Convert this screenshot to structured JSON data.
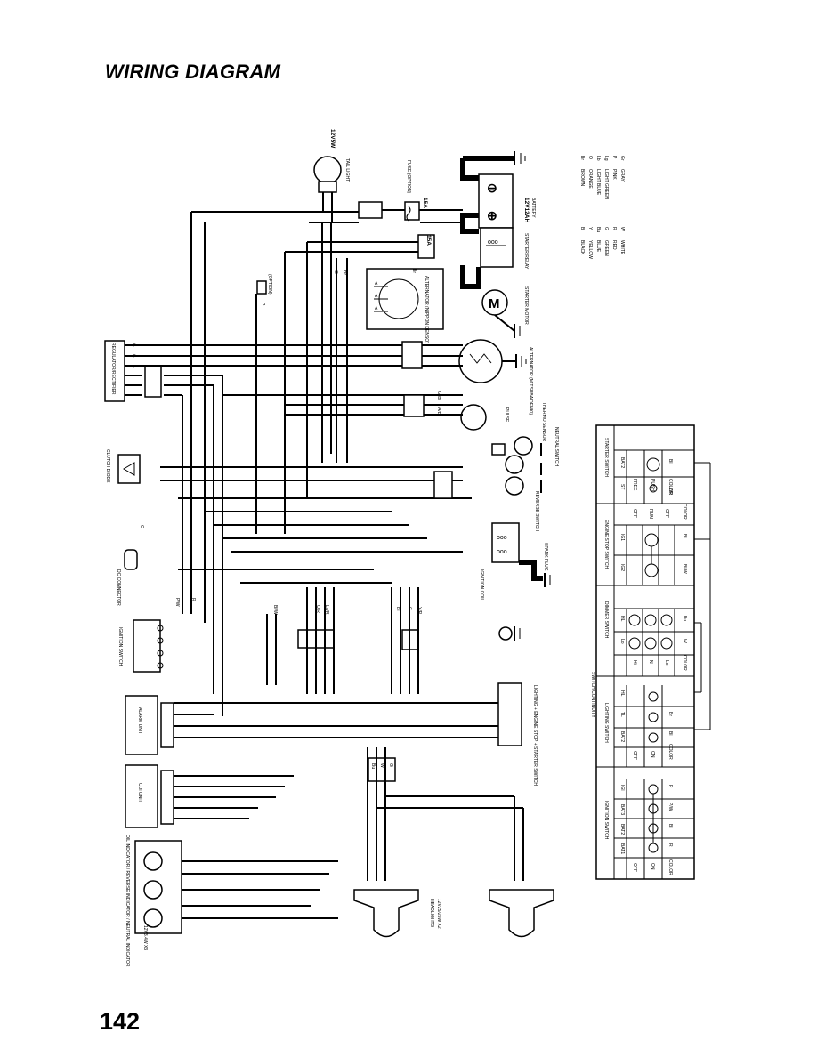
{
  "page": {
    "title": "WIRING DIAGRAM",
    "page_number": "142"
  },
  "components": {
    "tail_light": "TAIL LIGHT",
    "tail_light_rating": "12V5W",
    "fuse": "FUSE (OPTION)",
    "fuse_rating_1": "15A",
    "fuse_rating_2": "15A",
    "battery": "BATTERY",
    "battery_rating": "12V12AH",
    "starter_relay": "STARTER RELAY",
    "starter_motor": "STARTER MOTOR",
    "alternator_nippon": "ALTERNATOR (NIPPON DENSO)",
    "alternator_mitsuba": "ALTERNATOR (MITSUBA DENKI)",
    "regulator": "REGULATOR/RECTIFIER",
    "pulse": "PULSE",
    "thermo_sensor": "THERMO SENSOR",
    "neutral_switch": "NEUTRAL SWITCH",
    "reverse_switch": "REVERSE SWITCH",
    "clutch_diode": "CLUTCH DIODE",
    "option": "(OPTION)",
    "dc_connector": "DC CONNECTOR",
    "ignition_coil": "IGNITION COIL",
    "spark_plug": "SPARK PLUG",
    "ignition_switch": "IGNITION SWITCH",
    "alarm_unit": "ALARM UNIT",
    "cdi_unit": "CDI UNIT",
    "lighting_switch_block": "LIGHTING + ENGINE STOP + STARTER SWITCH",
    "headlights": "HEADLIGHTS",
    "headlights_rating": "12V25/25W X2",
    "indicators": "OIL INDICATOR / REVERSE INDICATOR / NEUTRAL INDICATOR",
    "indicators_rating": "12V3.4W X3"
  },
  "color_legend": [
    {
      "code": "B",
      "name": "BLACK"
    },
    {
      "code": "Y",
      "name": "YELLOW"
    },
    {
      "code": "Bu",
      "name": "BLUE"
    },
    {
      "code": "G",
      "name": "GREEN"
    },
    {
      "code": "R",
      "name": "RED"
    },
    {
      "code": "W",
      "name": "WHITE"
    },
    {
      "code": "Br",
      "name": "BROWN"
    },
    {
      "code": "O",
      "name": "ORANGE"
    },
    {
      "code": "Lb",
      "name": "LIGHT BLUE"
    },
    {
      "code": "Lg",
      "name": "LIGHT GREEN"
    },
    {
      "code": "P",
      "name": "PINK"
    },
    {
      "code": "Gr",
      "name": "GRAY"
    }
  ],
  "switch_continuity": {
    "heading": "SWITCH CONTINUITY",
    "tables": [
      {
        "name": "STARTER SWITCH",
        "cols": [
          "",
          "BAT2",
          "ST"
        ],
        "rows": [
          "FREE",
          "PUSH",
          "COLOR"
        ],
        "colors": [
          "Bl",
          "Y/R"
        ]
      },
      {
        "name": "ENGINE STOP SWITCH",
        "cols": [
          "",
          "IG1",
          "IG2"
        ],
        "rows": [
          "OFF",
          "RUN",
          "OFF",
          "COLOR"
        ],
        "colors": [
          "Bl",
          "Bl/W"
        ]
      },
      {
        "name": "DIMMER SWITCH",
        "cols": [
          "",
          "HL",
          "Lo"
        ],
        "rows": [
          "Hi",
          "N",
          "Lo",
          "COLOR"
        ],
        "colors": [
          "Bu",
          "W"
        ]
      },
      {
        "name": "LIGHTING SWITCH",
        "cols": [
          "",
          "BAT2",
          "TL",
          "HL"
        ],
        "rows": [
          "OFF",
          "ON",
          "COLOR"
        ],
        "colors": [
          "Bl",
          "Br"
        ]
      },
      {
        "name": "IGNITION SWITCH",
        "cols": [
          "",
          "BAT1",
          "BAT2",
          "BAT3",
          "IGI"
        ],
        "rows": [
          "OFF",
          "ON",
          "COLOR"
        ],
        "colors": [
          "R",
          "Bl",
          "P/W",
          "P"
        ]
      }
    ]
  },
  "wire_labels": {
    "a": "A",
    "bw": "Bl/W",
    "br": "Br",
    "g": "G",
    "bl": "Bl",
    "gy": "G/Y",
    "lr": "Lg/R",
    "or": "O/R",
    "yr": "Y/R",
    "lb": "Lb",
    "pw": "P/W",
    "r": "R",
    "p": "P",
    "gb": "G/Bl",
    "ab": "A/Bl",
    "bu": "Bu",
    "w": "W",
    "wbl": "W/Bl"
  }
}
